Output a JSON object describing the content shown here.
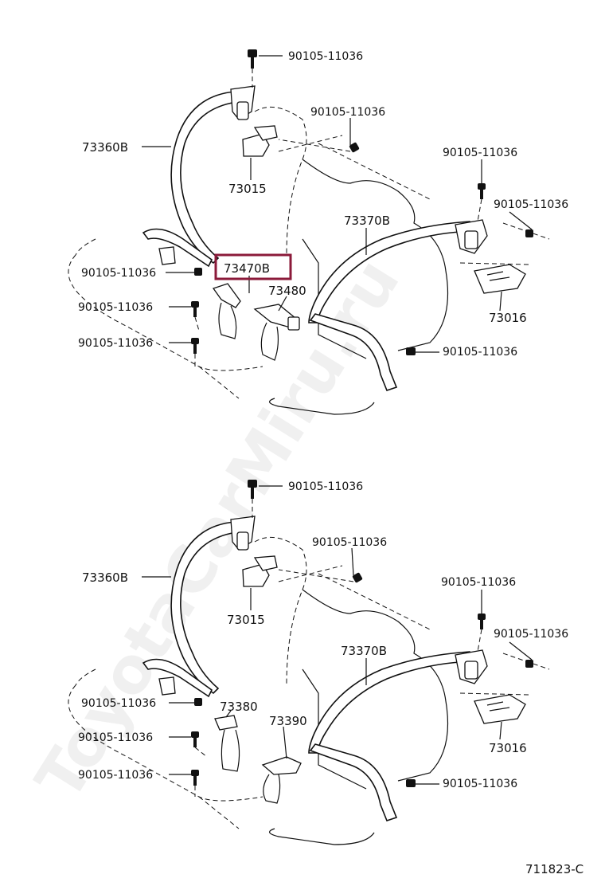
{
  "watermark": "ToyotaCarMiru.ru",
  "drawing_number": "711823-C",
  "highlight_color": "#8b1a3a",
  "labels": {
    "bolt": "90105-11036",
    "belt_outer_left": "73360B",
    "anchor_left": "73015",
    "belt_outer_right": "73370B",
    "anchor_right": "73016",
    "buckle_center": "73470B",
    "buckle_inner": "73480",
    "buckle_lower_left": "73380",
    "buckle_lower_center": "73390"
  }
}
